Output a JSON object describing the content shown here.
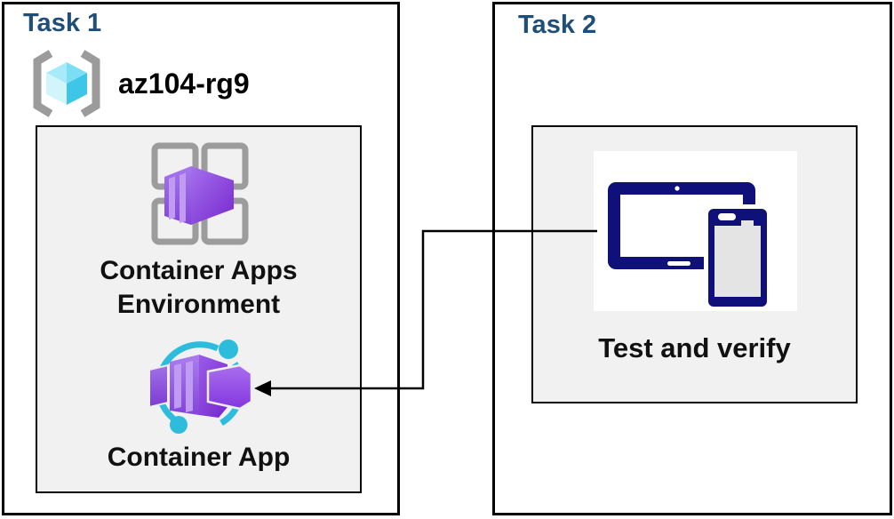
{
  "task1": {
    "title": "Task 1",
    "resource_group_name": "az104-rg9",
    "environment_label_line1": "Container Apps",
    "environment_label_line2": "Environment",
    "container_app_label": "Container App"
  },
  "task2": {
    "title": "Task 2",
    "test_label": "Test and verify"
  },
  "icons": {
    "resource_group": "resource-group-icon",
    "container_apps_environment": "container-apps-environment-icon",
    "container_app": "container-app-icon",
    "devices": "tablet-and-phone-icon",
    "arrow": "connector-arrow"
  },
  "colors": {
    "heading_navy": "#1f4e79",
    "panel_gray": "#f1f1f1",
    "border_black": "#000000",
    "container_purple_light": "#a678ec",
    "container_purple_dark": "#7a2bd0",
    "stripe_purple": "#bf9cf2",
    "cyan_accent": "#2ebcdd",
    "cube_cyan_top": "#8ce4f7",
    "cube_cyan_left": "#cbf2fb",
    "cube_cyan_right": "#3ec6e9",
    "bracket_gray": "#9b9b9b",
    "frame_gray": "#9c9c9c",
    "device_navy": "#10107a",
    "phone_screen_gray": "#e4e4e4"
  }
}
